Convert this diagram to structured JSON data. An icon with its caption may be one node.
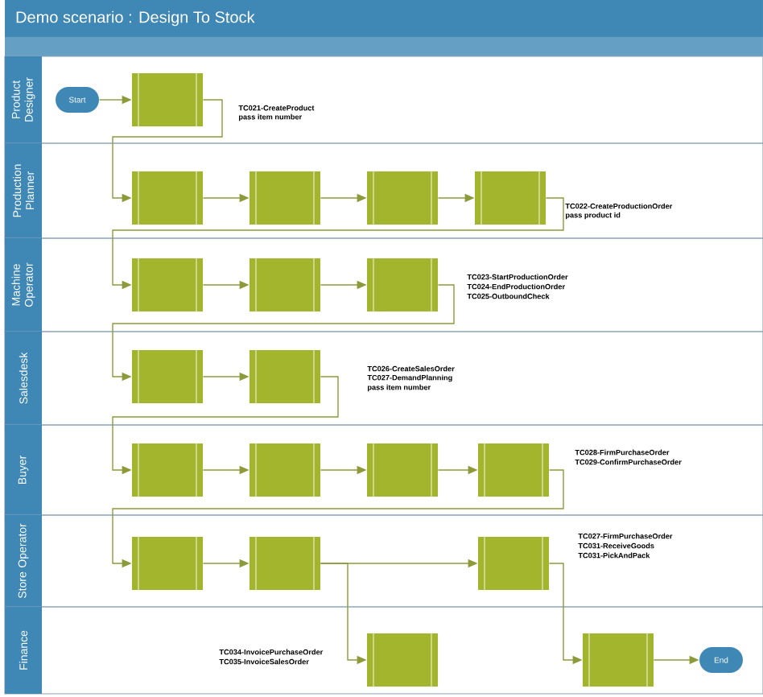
{
  "diagram": {
    "title": "Demo scenario : Design To Stock",
    "nodes": [
      {
        "text": [
          "Product Designer"
        ]
      },
      {
        "text": [
          "Start"
        ],
        "in": 0
      },
      {
        "text": [],
        "shape": "box",
        "in": 0
      },
      {
        "text": [
          "Production Planner"
        ]
      },
      {
        "text": [],
        "shape": "box",
        "in": 3
      },
      {
        "text": [],
        "shape": "box",
        "in": 3
      },
      {
        "text": [],
        "shape": "box",
        "in": 3
      },
      {
        "text": [],
        "shape": "box",
        "in": 3
      },
      {
        "text": [
          "Machine Operator"
        ]
      },
      {
        "text": [],
        "shape": "box",
        "in": 8
      },
      {
        "text": [],
        "shape": "box",
        "in": 8
      },
      {
        "text": [],
        "shape": "box",
        "in": 8
      },
      {
        "text": [
          "Salesdesk"
        ]
      },
      {
        "text": [],
        "shape": "box",
        "in": 12
      },
      {
        "text": [],
        "shape": "box",
        "in": 12
      },
      {
        "text": [
          "Buyer"
        ]
      },
      {
        "text": [],
        "shape": "box",
        "in": 15
      },
      {
        "text": [],
        "shape": "box",
        "in": 15
      },
      {
        "text": [],
        "shape": "box",
        "in": 15
      },
      {
        "text": [],
        "shape": "box",
        "in": 15
      },
      {
        "text": [
          "Store Operator"
        ]
      },
      {
        "text": [],
        "shape": "box",
        "in": 20
      },
      {
        "text": [],
        "shape": "box",
        "in": 20
      },
      {
        "text": [],
        "shape": "box",
        "in": 20
      },
      {
        "text": [
          "Finance"
        ]
      },
      {
        "text": [],
        "shape": "box",
        "in": 24
      },
      {
        "text": [],
        "shape": "box",
        "in": 24
      },
      {
        "text": [
          "End"
        ],
        "in": 24
      }
    ],
    "edges": [
      {
        "from": 1,
        "to": 2,
        "arrow": "to"
      },
      {
        "from": 2,
        "to": 4,
        "arrow": "to"
      },
      {
        "from": 4,
        "to": 5,
        "arrow": "to"
      },
      {
        "from": 5,
        "to": 6,
        "arrow": "to"
      },
      {
        "from": 6,
        "to": 7,
        "arrow": "to"
      },
      {
        "from": 7,
        "to": 9,
        "arrow": "to"
      },
      {
        "from": 9,
        "to": 10,
        "arrow": "to"
      },
      {
        "from": 10,
        "to": 11,
        "arrow": "to"
      },
      {
        "from": 11,
        "to": 13,
        "arrow": "to"
      },
      {
        "from": 13,
        "to": 14,
        "arrow": "to"
      },
      {
        "from": 14,
        "to": 16,
        "arrow": "to"
      },
      {
        "from": 16,
        "to": 17,
        "arrow": "to"
      },
      {
        "from": 17,
        "to": 18,
        "arrow": "to"
      },
      {
        "from": 18,
        "to": 19,
        "arrow": "to"
      },
      {
        "from": 19,
        "to": 21,
        "arrow": "to"
      },
      {
        "from": 21,
        "to": 22,
        "arrow": "to"
      },
      {
        "from": 22,
        "to": 23,
        "arrow": "to"
      },
      {
        "from": 22,
        "to": 25,
        "arrow": "to"
      },
      {
        "from": 23,
        "to": 26,
        "arrow": "to"
      },
      {
        "from": 26,
        "to": 27,
        "arrow": "to"
      }
    ],
    "labels": [
      "TC021-CreateProduct",
      "pass item number",
      "TC022-CreateProductionOrder",
      "pass product id",
      "TC023-StartProductionOrder",
      "TC024-EndProductionOrder",
      "TC025-OutboundCheck",
      "TC026-CreateSalesOrder",
      "TC027-DemandPlanning",
      "pass item number",
      "TC028-FirmPurchaseOrder",
      "TC029-ConfirmPurchaseOrder",
      "TC027-FirmPurchaseOrder",
      "TC031-ReceiveGoods",
      "TC031-PickAndPack",
      "TC034-InvoicePurchaseOrder",
      "TC035-InvoiceSalesOrder"
    ]
  }
}
